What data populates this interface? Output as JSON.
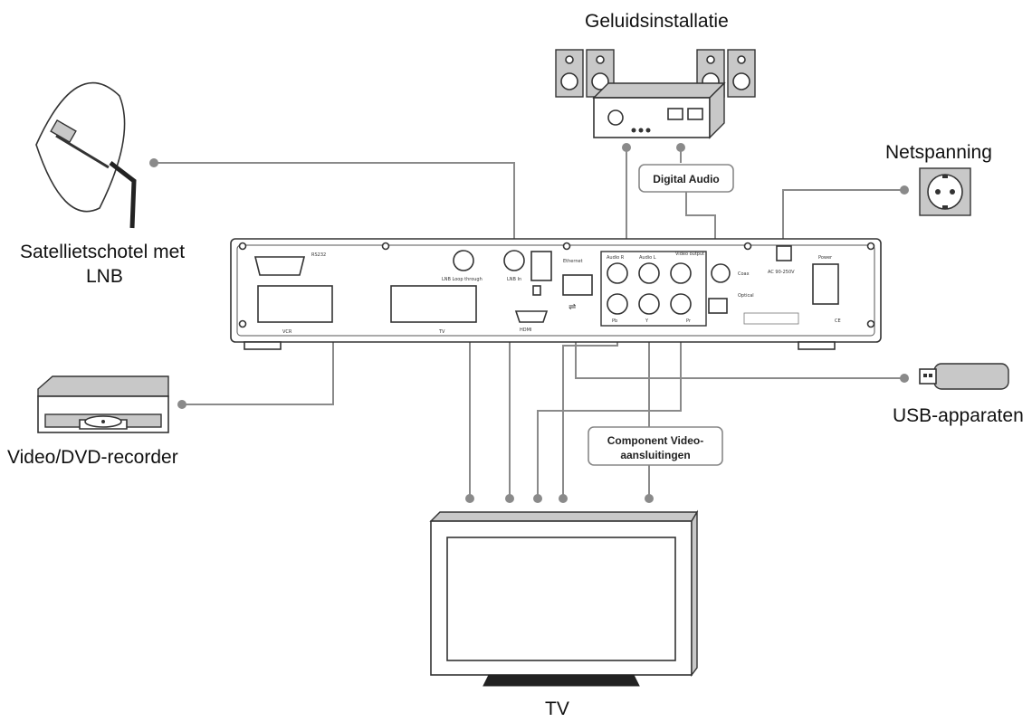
{
  "labels": {
    "sound_system": "Geluidsinstallatie",
    "mains": "Netspanning",
    "satellite_line1": "Satellietschotel met",
    "satellite_line2": "LNB",
    "recorder": "Video/DVD-recorder",
    "usb": "USB-apparaten",
    "tv": "TV"
  },
  "callouts": {
    "digital_audio": "Digital Audio",
    "component_line1": "Component Video-",
    "component_line2": "aansluitingen"
  },
  "panel_text": {
    "rs232": "RS232",
    "lnb_loop": "LNB Loop through",
    "lnb_in": "LNB In",
    "ethernet": "Ethernet",
    "audio_r": "Audio R",
    "audio_l": "Audio L",
    "video_output": "Video output",
    "vcr": "VCR",
    "tv": "TV",
    "hdmi": "HDMI",
    "power": "Power",
    "pb": "Pb",
    "y": "Y",
    "pr": "Pr",
    "ac": "AC 90-250V",
    "coax": "Coax",
    "optical": "Optical",
    "ce": "CE"
  },
  "colors": {
    "wire": "#8a8a8a",
    "outline": "#333333",
    "fill": "#ffffff"
  }
}
